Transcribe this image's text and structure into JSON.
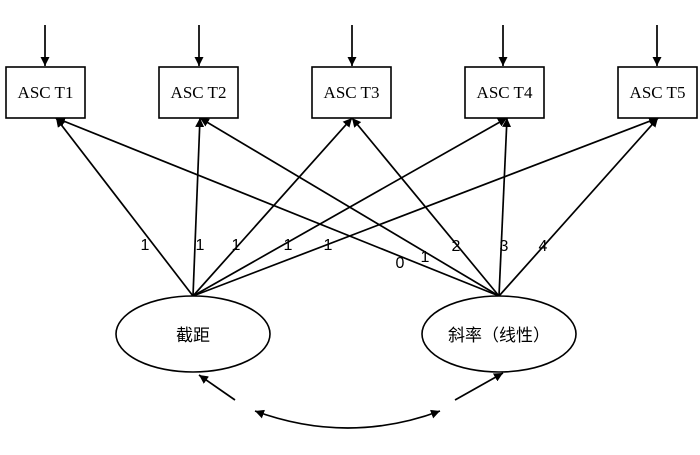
{
  "observed": [
    {
      "id": "t1",
      "label": "ASC T1"
    },
    {
      "id": "t2",
      "label": "ASC T2"
    },
    {
      "id": "t3",
      "label": "ASC T3"
    },
    {
      "id": "t4",
      "label": "ASC T4"
    },
    {
      "id": "t5",
      "label": "ASC T5"
    }
  ],
  "latent": [
    {
      "id": "intercept",
      "label": "截距"
    },
    {
      "id": "slope",
      "label": "斜率（线性）"
    }
  ],
  "intercept_loadings": [
    "1",
    "1",
    "1",
    "1",
    "1"
  ],
  "slope_loadings": [
    "0",
    "1",
    "2",
    "3",
    "4"
  ],
  "colors": {
    "stroke": "#000000",
    "fill": "#ffffff"
  }
}
